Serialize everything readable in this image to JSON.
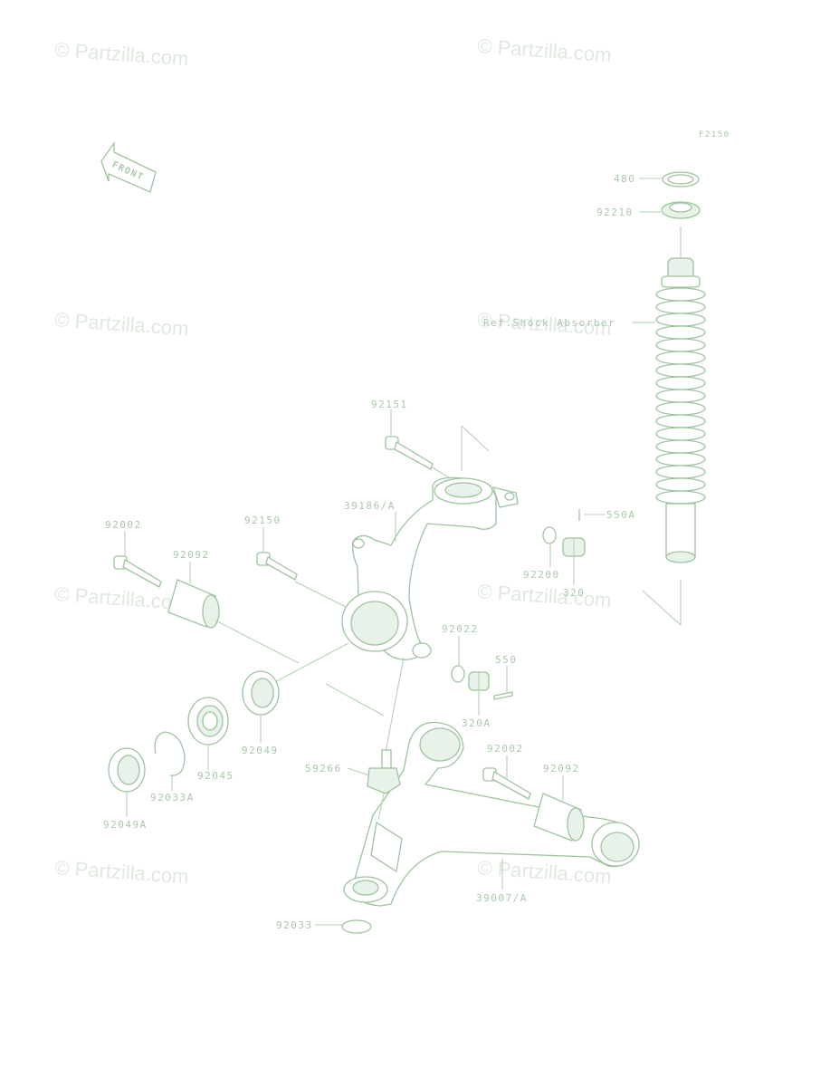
{
  "diagram": {
    "figure_code": "F2150",
    "front_arrow_text": "FRONT",
    "watermark_text": "© Partzilla.com",
    "labels": {
      "p480": "480",
      "p92210": "92210",
      "shock": "Ref.Shock Absorber",
      "p92151": "92151",
      "p39186": "39186/A",
      "p550a": "550A",
      "p92200": "92200",
      "p320": "320",
      "p92002a": "92002",
      "p92092a": "92092",
      "p92150": "92150",
      "p92022": "92022",
      "p550": "550",
      "p320a": "320A",
      "p92049": "92049",
      "p92045": "92045",
      "p92033a": "92033A",
      "p92049a": "92049A",
      "p59266": "59266",
      "p92002b": "92002",
      "p92092b": "92092",
      "p39007": "39007/A",
      "p92033": "92033"
    }
  }
}
